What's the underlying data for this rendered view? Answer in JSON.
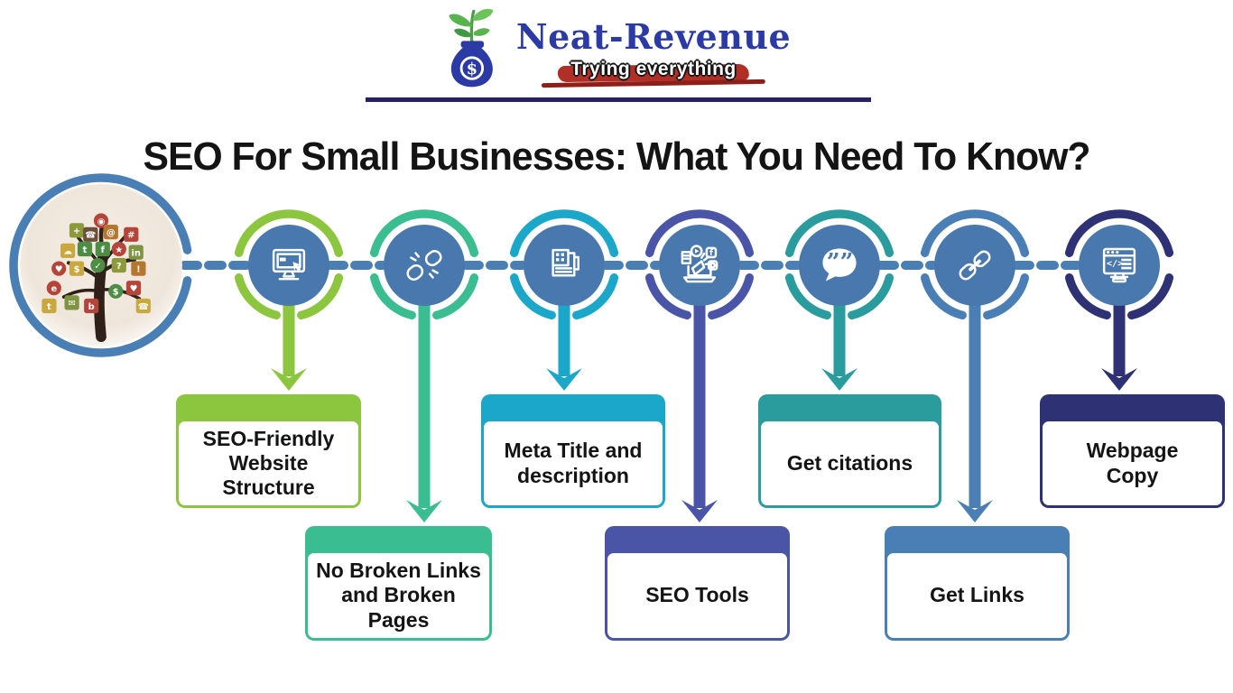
{
  "brand": {
    "name": "Neat-Revenue",
    "tagline": "Trying everything",
    "name_color": "#2B3AA5",
    "tagline_bg": "#B03028"
  },
  "title": "SEO For Small Businesses: What You Need To Know?",
  "timeline": {
    "connector_color": "#4A7FB5",
    "node_fill": "#4878AE",
    "divider_color": "#24225F",
    "hub_icon": "social-media-tree"
  },
  "steps": [
    {
      "label": "SEO-Friendly\nWebsite Structure",
      "color": "#8CC63E",
      "icon": "monitor-icon"
    },
    {
      "label": "No Broken Links\nand Broken Pages",
      "color": "#3BBD92",
      "icon": "broken-link-icon"
    },
    {
      "label": "Meta Title and\ndescription",
      "color": "#1BA7C9",
      "icon": "news-icon"
    },
    {
      "label": "SEO Tools",
      "color": "#4B55A8",
      "icon": "digital-marketing-icon"
    },
    {
      "label": "Get citations",
      "color": "#2B9C9E",
      "icon": "citation-icon"
    },
    {
      "label": "Get Links",
      "color": "#4A7FB5",
      "icon": "link-icon"
    },
    {
      "label": "Webpage\nCopy",
      "color": "#2E3274",
      "icon": "webpage-code-icon"
    }
  ]
}
